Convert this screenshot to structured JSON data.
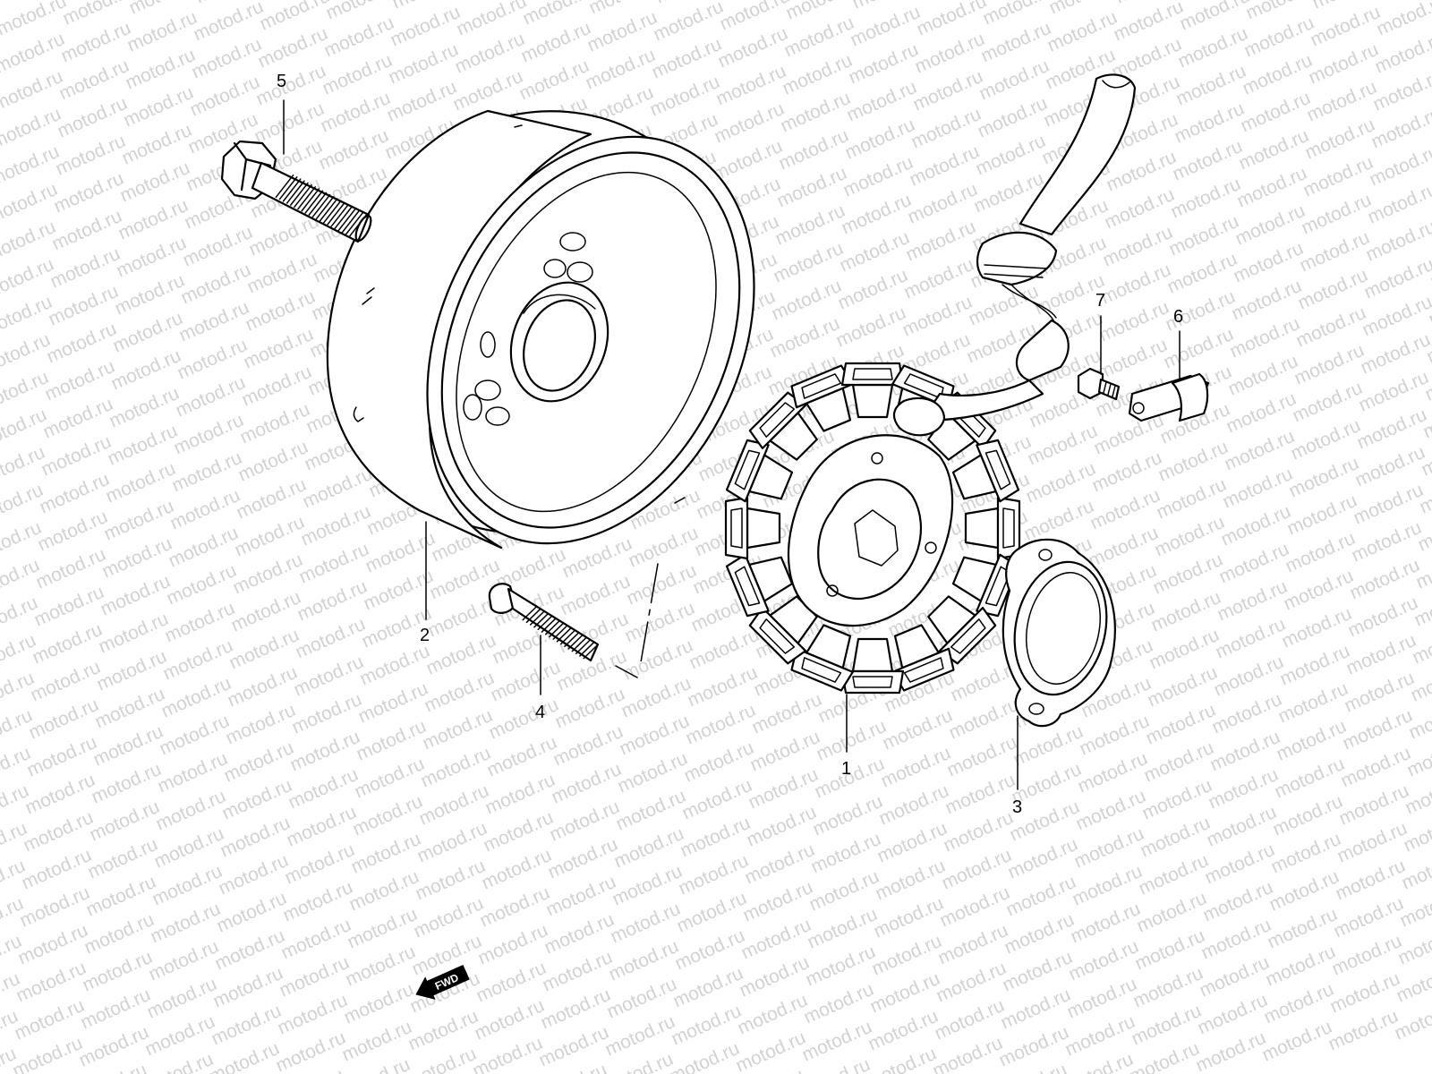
{
  "watermark": {
    "text": "motod.ru",
    "color": "#d2d2d2"
  },
  "callouts": {
    "n1": "1",
    "n2": "2",
    "n3": "3",
    "n4": "4",
    "n5": "5",
    "n6": "6",
    "n7": "7"
  },
  "fwd_label": "FWD"
}
